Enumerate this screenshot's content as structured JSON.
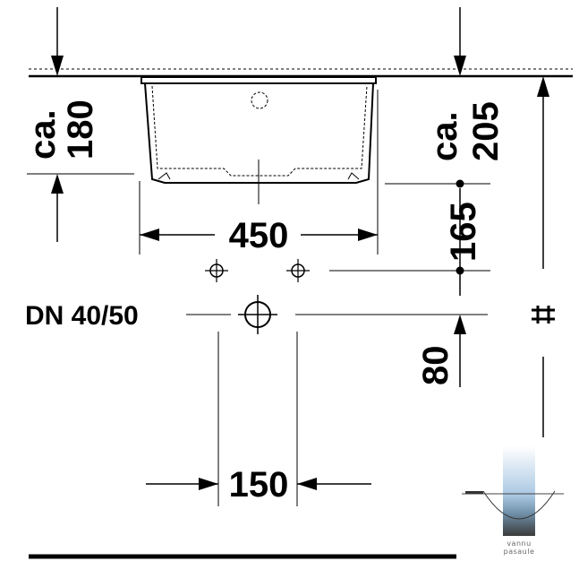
{
  "drawing": {
    "dimensions": {
      "ca_180_prefix": "ca.",
      "ca_180_value": "180",
      "ca_205_prefix": "ca.",
      "ca_205_value": "205",
      "width_450": "450",
      "height_165": "165",
      "drain_label": "DN 40/50",
      "height_80": "80",
      "spacing_150": "150"
    },
    "watermark": {
      "line1": "vannu",
      "line2": "pasaule"
    }
  }
}
